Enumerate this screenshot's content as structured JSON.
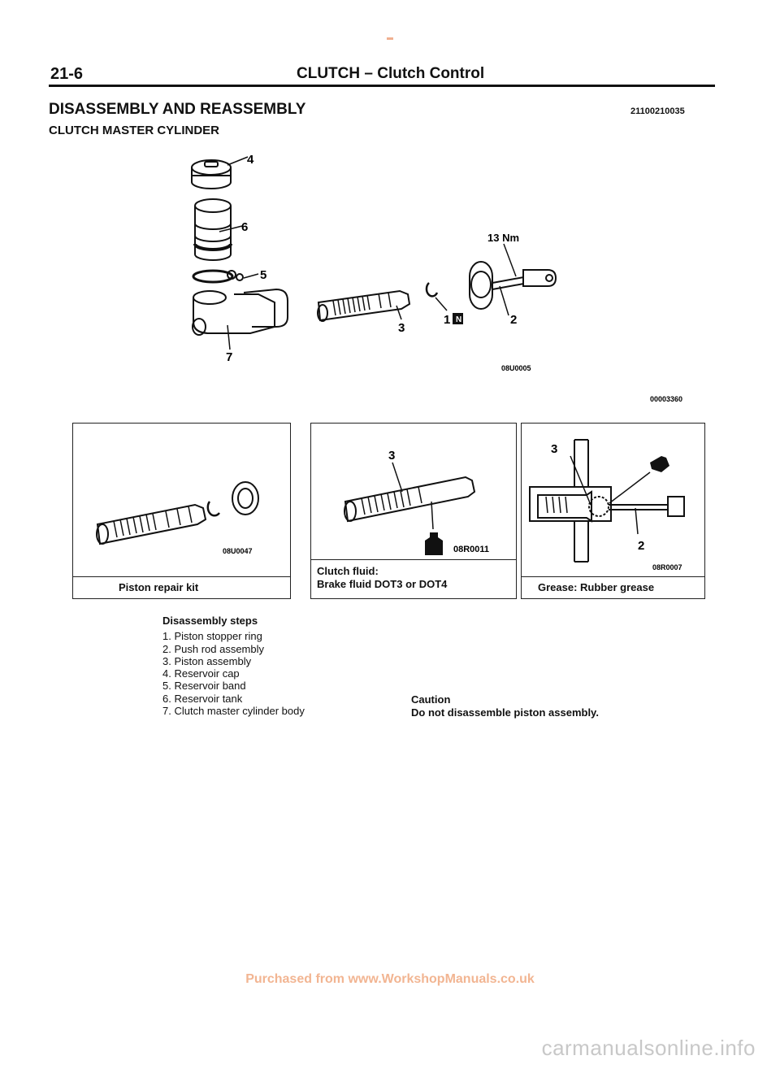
{
  "header": {
    "page_number": "21-6",
    "title": "CLUTCH – Clutch Control"
  },
  "section": {
    "title": "DISASSEMBLY AND REASSEMBLY",
    "code": "21100210035",
    "subtitle": "CLUTCH MASTER CYLINDER"
  },
  "main_figure": {
    "callouts": {
      "c4": "4",
      "c6": "6",
      "c5": "5",
      "c7": "7",
      "c3": "3",
      "c1": "1",
      "c1_symbol": "N",
      "c2": "2",
      "torque": "13 Nm"
    },
    "figure_code": "08U0005",
    "overall_code": "00003360"
  },
  "boxes": {
    "left": {
      "figure_code": "08U0047",
      "label": "Piston repair kit"
    },
    "middle": {
      "callout": "3",
      "figure_code": "08R0011",
      "label_line1": "Clutch fluid:",
      "label_line2": "Brake fluid DOT3 or DOT4"
    },
    "right": {
      "callout_3": "3",
      "callout_2": "2",
      "figure_code": "08R0007",
      "label": "Grease: Rubber grease"
    }
  },
  "steps": {
    "heading": "Disassembly steps",
    "items": [
      "1. Piston stopper ring",
      "2. Push rod assembly",
      "3. Piston assembly",
      "4. Reservoir cap",
      "5. Reservoir band",
      "6. Reservoir tank",
      "7. Clutch master cylinder body"
    ]
  },
  "caution": {
    "heading": "Caution",
    "text": "Do not disassemble piston assembly."
  },
  "footer": {
    "purchase_note": "Purchased from www.WorkshopManuals.co.uk",
    "watermark": "carmanualsonline.info"
  }
}
